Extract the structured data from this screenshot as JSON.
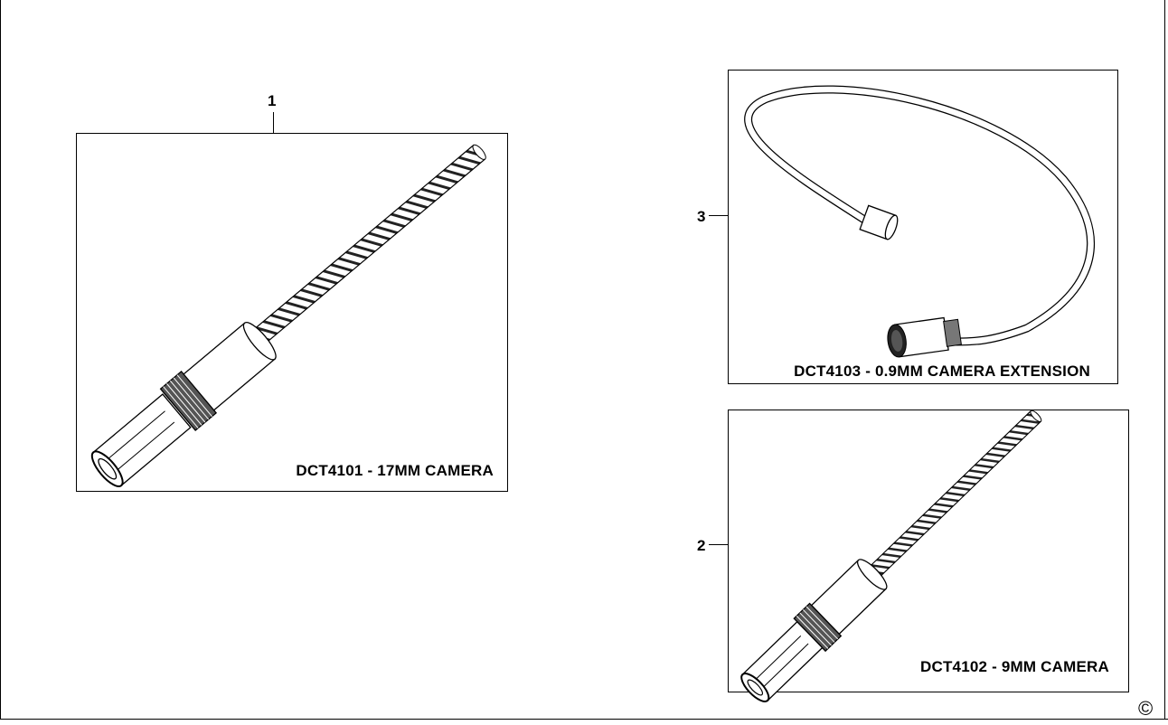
{
  "parts": [
    {
      "callout": "1",
      "caption": "DCT4101 - 17MM CAMERA"
    },
    {
      "callout": "2",
      "caption": "DCT4102 - 9MM CAMERA"
    },
    {
      "callout": "3",
      "caption": "DCT4103 - 0.9MM CAMERA EXTENSION"
    }
  ],
  "copyright": "©"
}
